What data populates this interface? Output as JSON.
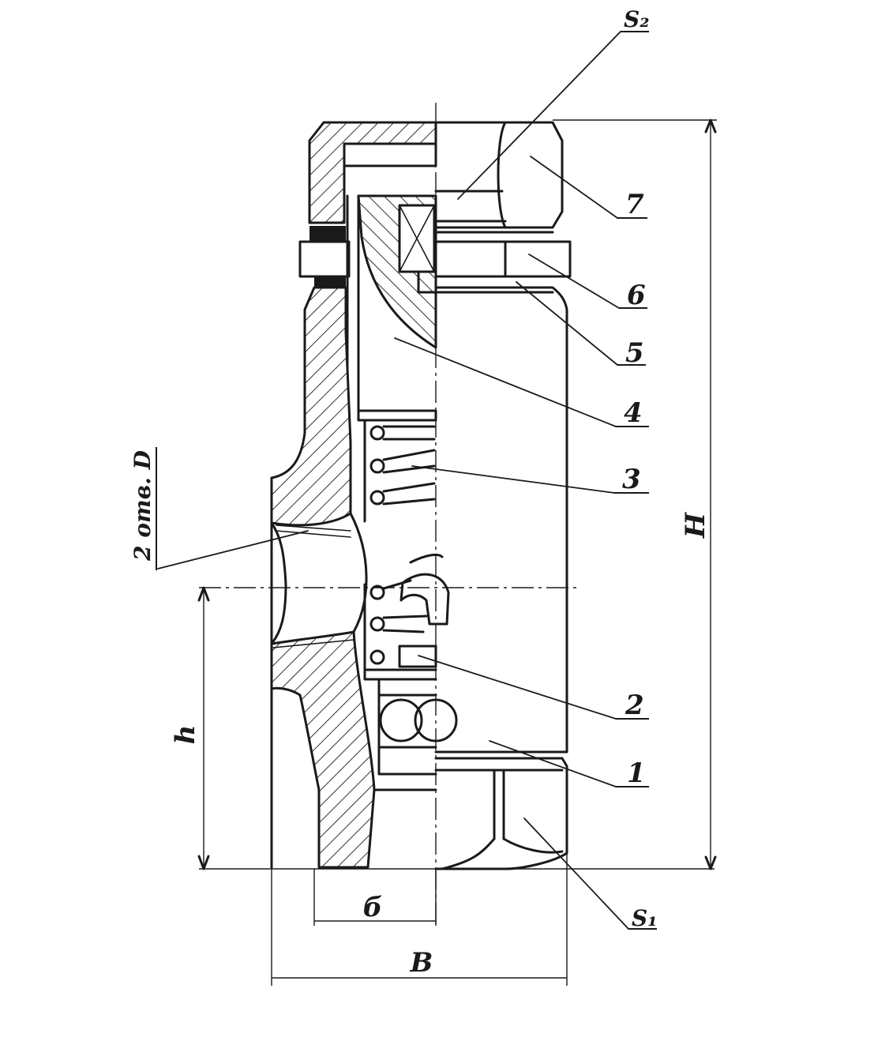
{
  "labels": {
    "s2": "S₂",
    "s1": "S₁",
    "h": "H",
    "h_small": "h",
    "b_small": "б",
    "b_large": "B",
    "holes": "2 отв. D"
  },
  "parts": [
    {
      "id": "1",
      "label": "1"
    },
    {
      "id": "2",
      "label": "2"
    },
    {
      "id": "3",
      "label": "3"
    },
    {
      "id": "4",
      "label": "4"
    },
    {
      "id": "5",
      "label": "5"
    },
    {
      "id": "6",
      "label": "6"
    },
    {
      "id": "7",
      "label": "7"
    }
  ]
}
